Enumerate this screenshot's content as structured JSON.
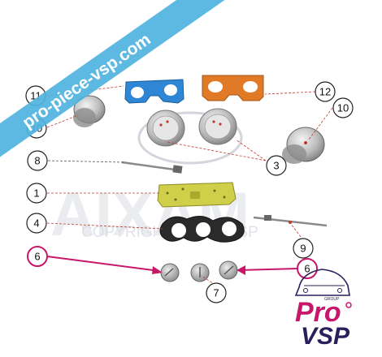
{
  "banner": {
    "text": "pro-piece-vsp.com"
  },
  "watermark": {
    "brand": "AIXAM",
    "copyright": "COPYRIGHT© PRO-VSP"
  },
  "logo": {
    "pro": "Pro",
    "vsp": "VSP",
    "group": "GROUP"
  },
  "callouts": {
    "c11": "11",
    "c12": "12",
    "c10a": "10",
    "c10b": "10",
    "c8": "8",
    "c3": "3",
    "c1": "1",
    "c4": "4",
    "c9": "9",
    "c6a": "6",
    "c6b": "6",
    "c7": "7"
  },
  "colors": {
    "banner": "#4fb3df",
    "highlight": "#c8176a",
    "bracket_blue": "#2f86d4",
    "bracket_orange": "#e07a26",
    "pcb": "#cfcf4a"
  }
}
